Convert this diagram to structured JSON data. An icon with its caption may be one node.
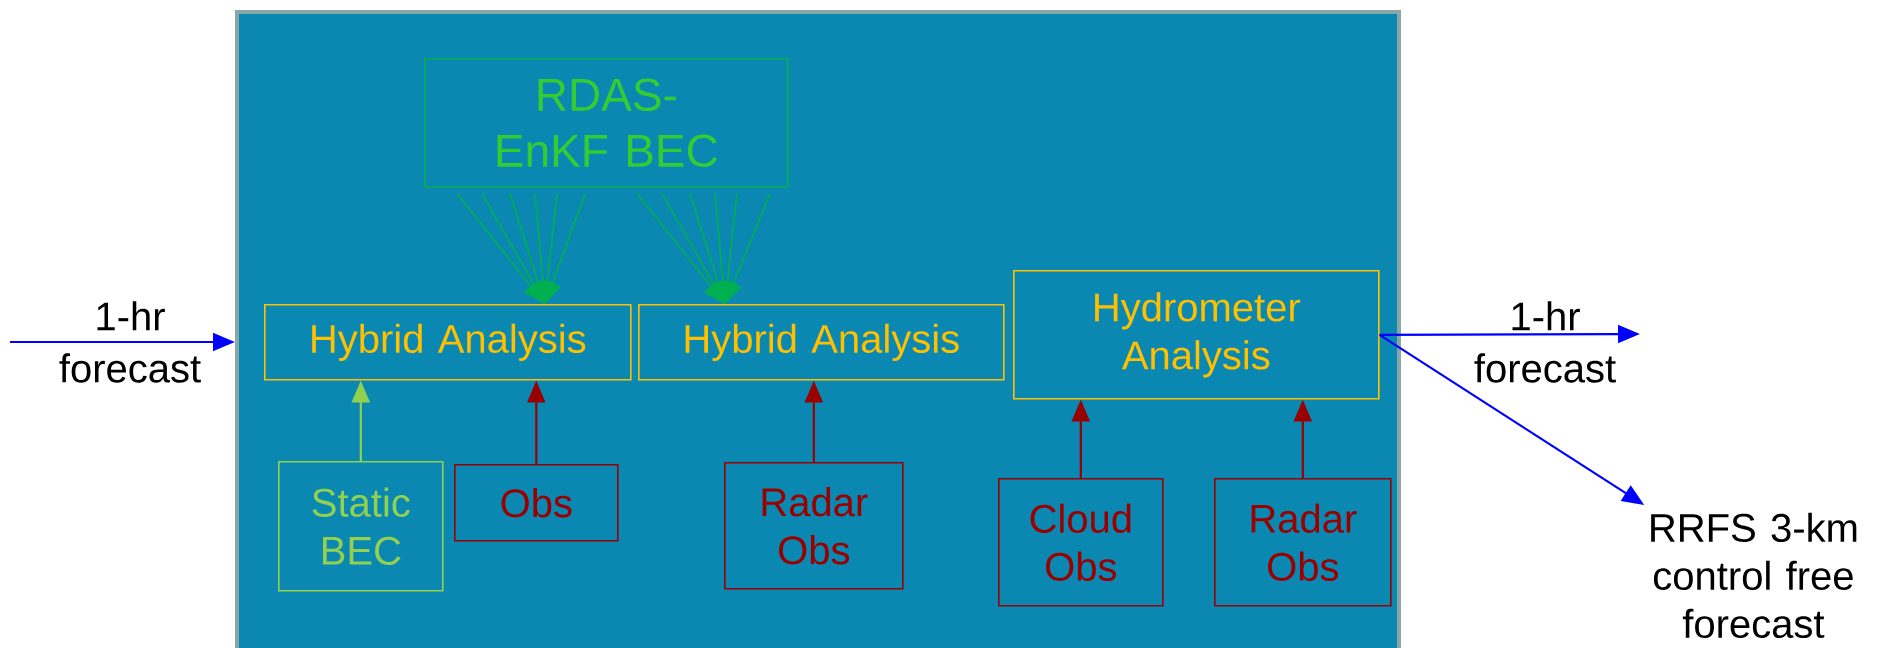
{
  "diagram": {
    "nodes": [
      {
        "text": [],
        "shape": "box"
      },
      {
        "text": [
          "RDAS-EnKF BEC"
        ],
        "in": 0
      },
      {
        "text": [
          "Hybrid Analysis"
        ],
        "in": 0
      },
      {
        "text": [
          "Hybrid Analysis"
        ],
        "in": 0
      },
      {
        "text": [
          "Hydrometer Analysis"
        ],
        "in": 0
      },
      {
        "text": [
          "Static BEC"
        ],
        "in": 0
      },
      {
        "text": [
          "Obs"
        ],
        "in": 0
      },
      {
        "text": [
          "Radar Obs"
        ],
        "in": 0
      },
      {
        "text": [
          "Cloud Obs"
        ],
        "in": 0
      },
      {
        "text": [
          "Radar Obs"
        ],
        "in": 0
      },
      {
        "text": [
          "RRFS 3-km control free forecast"
        ]
      }
    ],
    "edges": [
      {
        "from": null,
        "to": 0,
        "arrow": "to",
        "label": "1-hr forecast",
        "color": "#0000ff"
      },
      {
        "from": 4,
        "to": null,
        "arrow": "to",
        "label": "1-hr forecast",
        "color": "#0000ff"
      },
      {
        "from": 4,
        "to": 10,
        "arrow": "to",
        "color": "#0000ff"
      },
      {
        "from": 1,
        "to": 2,
        "arrow": "to"
      },
      {
        "from": 1,
        "to": 2,
        "arrow": "to"
      },
      {
        "from": 1,
        "to": 2,
        "arrow": "to"
      },
      {
        "from": 1,
        "to": 2,
        "arrow": "to"
      },
      {
        "from": 1,
        "to": 2,
        "arrow": "to"
      },
      {
        "from": 1,
        "to": 2,
        "arrow": "to"
      },
      {
        "from": 1,
        "to": 3,
        "arrow": "to"
      },
      {
        "from": 1,
        "to": 3,
        "arrow": "to"
      },
      {
        "from": 1,
        "to": 3,
        "arrow": "to"
      },
      {
        "from": 1,
        "to": 3,
        "arrow": "to"
      },
      {
        "from": 1,
        "to": 3,
        "arrow": "to"
      },
      {
        "from": 1,
        "to": 3,
        "arrow": "to"
      },
      {
        "from": 5,
        "to": 2,
        "arrow": "to",
        "color": "#92d050"
      },
      {
        "from": 6,
        "to": 2,
        "arrow": "to",
        "color": "#990000"
      },
      {
        "from": 7,
        "to": 3,
        "arrow": "to",
        "color": "#990000"
      },
      {
        "from": 8,
        "to": 4,
        "arrow": "to",
        "color": "#990000"
      },
      {
        "from": 9,
        "to": 4,
        "arrow": "to",
        "color": "#990000"
      }
    ]
  }
}
